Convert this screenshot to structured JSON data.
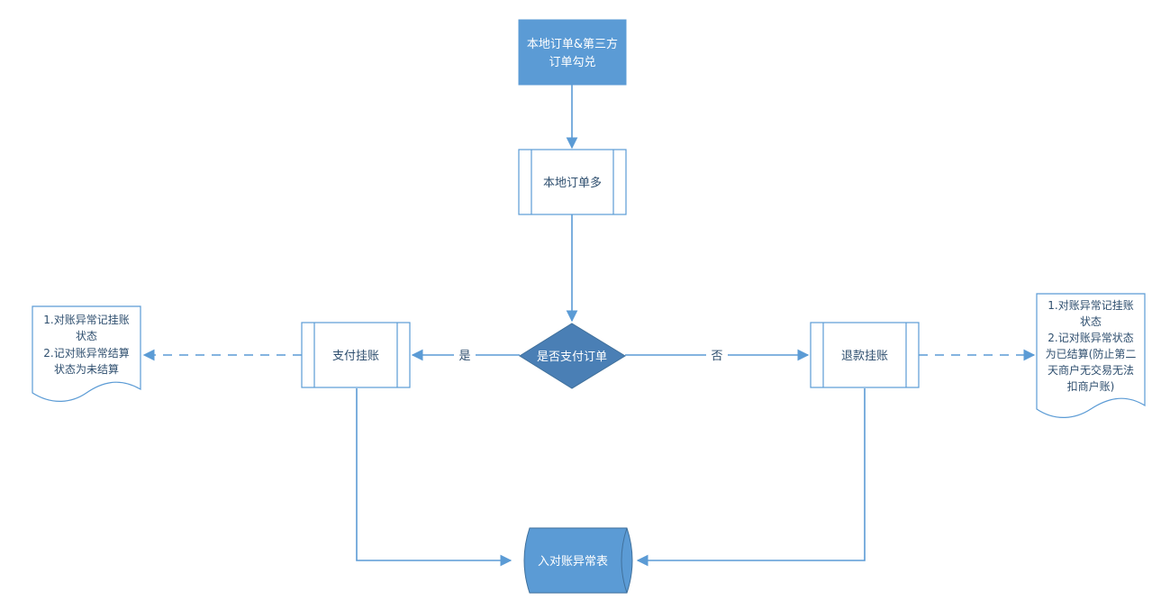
{
  "diagram": {
    "nodes": {
      "start": {
        "line1": "本地订单&第三方",
        "line2": "订单勾兑"
      },
      "local_more": {
        "label": "本地订单多"
      },
      "decision": {
        "label": "是否支付订单"
      },
      "pay_pending": {
        "label": "支付挂账"
      },
      "refund_pending": {
        "label": "退款挂账"
      },
      "exception_table": {
        "label": "入对账异常表"
      },
      "note_left": {
        "lines": [
          "1.对账异常记挂账",
          "状态",
          "2.记对账异常结算",
          "状态为未结算"
        ]
      },
      "note_right": {
        "lines": [
          "1.对账异常记挂账",
          "状态",
          "2.记对账异常状态",
          "为已结算(防止第二",
          "天商户无交易无法",
          "扣商户账)"
        ]
      }
    },
    "edges": {
      "yes_label": "是",
      "no_label": "否"
    },
    "colors": {
      "primary_fill": "#5b9bd5",
      "primary_stroke": "#41719c",
      "decision_fill": "#4a7fb5",
      "edge": "#5b9bd5",
      "process_stroke": "#5b9bd5",
      "text_dark": "#2f4f6f",
      "text_light": "#ffffff"
    }
  }
}
